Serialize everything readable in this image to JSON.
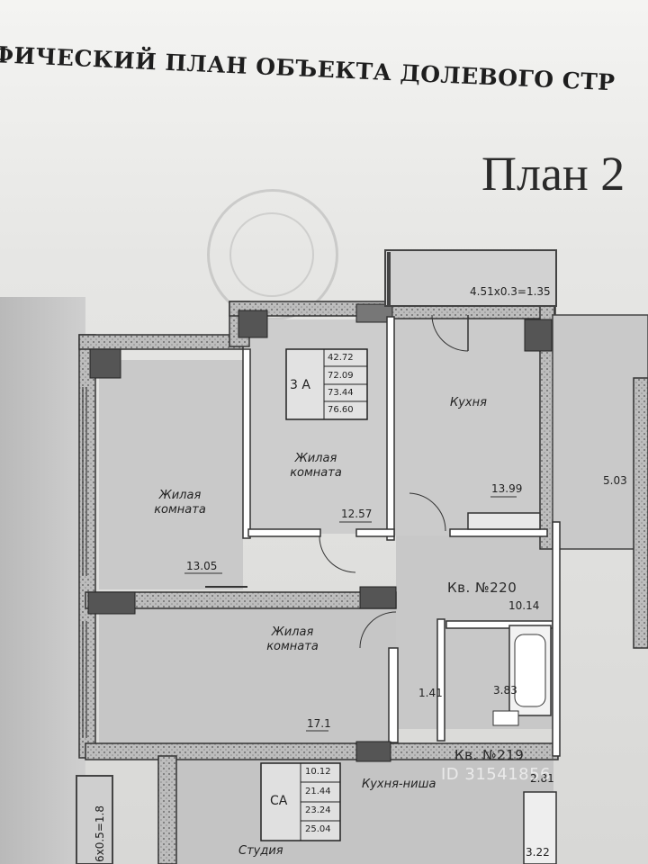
{
  "document": {
    "header": "ФИЧЕСКИЙ ПЛАН ОБЪЕКТА ДОЛЕВОГО СТР",
    "plan_title": "План 2"
  },
  "balcony": {
    "dims": "4.51x0.3=1.35"
  },
  "apartment_220": {
    "label": "Кв. №220",
    "type": "3 А",
    "areas": [
      "42.72",
      "72.09",
      "73.44",
      "76.60"
    ],
    "rooms": [
      {
        "name": "Жилая комната",
        "area": "13.05"
      },
      {
        "name": "Жилая комната",
        "area": "12.57"
      },
      {
        "name": "Кухня",
        "area": "13.99"
      },
      {
        "name": "Жилая комната",
        "area": "17.1"
      }
    ],
    "corridor": "10.14",
    "hall": "1.41",
    "bath": "3.83",
    "side_room": "5.03"
  },
  "apartment_219": {
    "label": "Кв. №219",
    "type": "СА",
    "areas": [
      "10.12",
      "21.44",
      "23.24",
      "25.04"
    ],
    "kitchen_niche": "Кухня-ниша",
    "studio": "Студия",
    "values": [
      "2.81",
      "3.22"
    ],
    "balcony_dims": "6x0.5=1.8"
  },
  "watermark": "ID 31541856"
}
